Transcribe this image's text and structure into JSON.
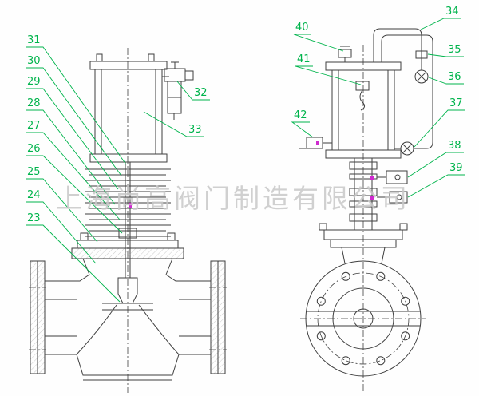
{
  "document": {
    "watermark": "上海尚高阀门制造有限公司"
  },
  "colors": {
    "accent": "#00b44c",
    "line": "#3f3f3f",
    "magenta": "#cf2bcf",
    "watermark": "#c8c8c8",
    "background": "#fefefe"
  },
  "callouts": {
    "c23": "23",
    "c24": "24",
    "c25": "25",
    "c26": "26",
    "c27": "27",
    "c28": "28",
    "c29": "29",
    "c30": "30",
    "c31": "31",
    "c32": "32",
    "c33": "33",
    "c34": "34",
    "c35": "35",
    "c36": "36",
    "c37": "37",
    "c38": "38",
    "c39": "39",
    "c40": "40",
    "c41": "41",
    "c42": "42"
  }
}
